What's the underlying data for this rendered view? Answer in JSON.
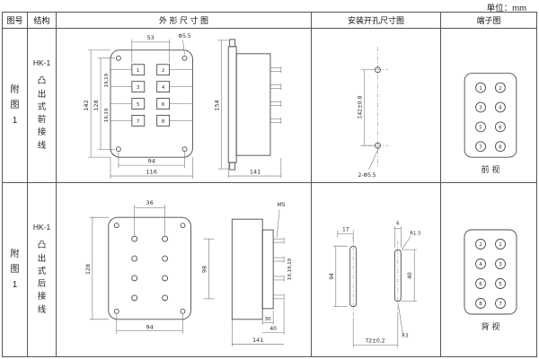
{
  "unit_label": "单位：mm",
  "headers": {
    "fig_no": "图号",
    "structure": "结构",
    "outline": "外 形 尺 寸 图",
    "mounting": "安装开孔尺寸图",
    "terminal": "端子图"
  },
  "rows": [
    {
      "fig_no": "附图1",
      "model": "HK-1",
      "structure": "凸出式前接线",
      "outline": {
        "top_span": "53",
        "hole_dia": "Φ5.5",
        "height_outer": "142",
        "height_inner": "128",
        "pitch_left_a": "19,19",
        "pitch_left_b": "19,19",
        "width_inner": "94",
        "width_outer": "116",
        "side_height": "154",
        "side_depth": "141",
        "terminals": [
          "1",
          "2",
          "3",
          "4",
          "5",
          "6",
          "7",
          "8"
        ]
      },
      "mounting": {
        "hole_pitch": "142±0.8",
        "holes": "2-Φ5.5"
      },
      "terminal_view": {
        "numbers": [
          "1",
          "2",
          "3",
          "4",
          "5",
          "6",
          "7",
          "8"
        ],
        "label": "前 视"
      }
    },
    {
      "fig_no": "附图1",
      "model": "HK-1",
      "structure": "凸出式后接线",
      "outline": {
        "top_span": "36",
        "height_outer": "128",
        "width_inner": "94",
        "screw": "M5",
        "stud_span": "98",
        "pitch": "19,19,19",
        "depth_a": "30",
        "depth_b": "40",
        "side_depth": "141"
      },
      "mounting": {
        "offset": "17",
        "slot_width": "6",
        "radius_top": "R1.5",
        "height_left": "94",
        "height_right": "40",
        "radius_bottom": "R3",
        "pitch": "72±0.2"
      },
      "terminal_view": {
        "numbers": [
          "2",
          "1",
          "4",
          "3",
          "6",
          "5",
          "8",
          "7"
        ],
        "label": "背 视"
      }
    }
  ]
}
